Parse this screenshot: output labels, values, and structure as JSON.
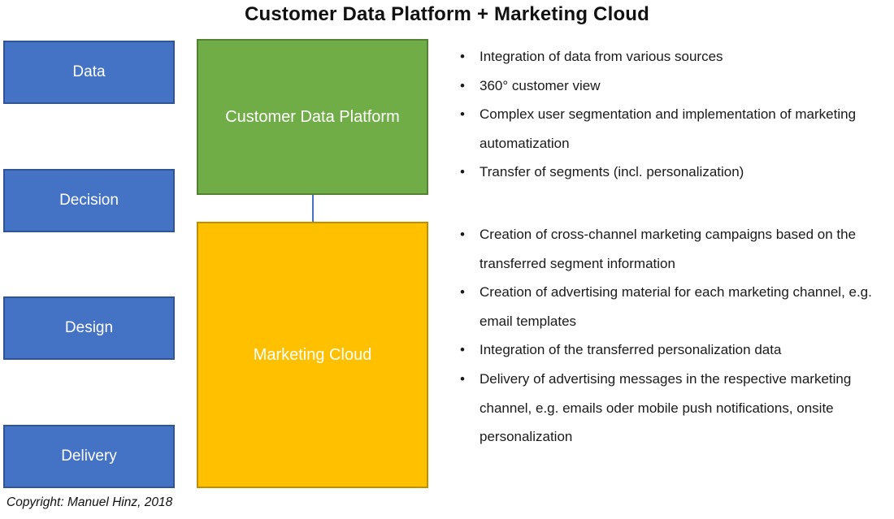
{
  "title": "Customer Data Platform + Marketing Cloud",
  "stages": [
    {
      "label": "Data"
    },
    {
      "label": "Decision"
    },
    {
      "label": "Design"
    },
    {
      "label": "Delivery"
    }
  ],
  "platforms": {
    "cdp": {
      "label": "Customer Data Platform",
      "bullets": [
        "Integration of data from various sources",
        "360° customer view",
        "Complex user segmentation and implementation of marketing automatization",
        "Transfer of segments (incl. personalization)"
      ]
    },
    "marketing_cloud": {
      "label": "Marketing Cloud",
      "bullets": [
        "Creation of cross-channel marketing campaigns based on the transferred segment information",
        "Creation of advertising material for each marketing channel, e.g. email templates",
        "Integration of the transferred personalization data",
        "Delivery of advertising messages in the respective marketing channel, e.g. emails oder mobile push notifications, onsite personalization"
      ]
    }
  },
  "colors": {
    "stage_fill": "#4472C4",
    "stage_border": "#2F5597",
    "cdp_fill": "#70AD47",
    "cdp_border": "#548235",
    "marketing_cloud_fill": "#FFC000",
    "marketing_cloud_border": "#BF8F00",
    "connector": "#4472C4",
    "box_text": "#FFFFFF"
  },
  "footer": {
    "copyright": "Copyright: Manuel Hinz, 2018"
  }
}
